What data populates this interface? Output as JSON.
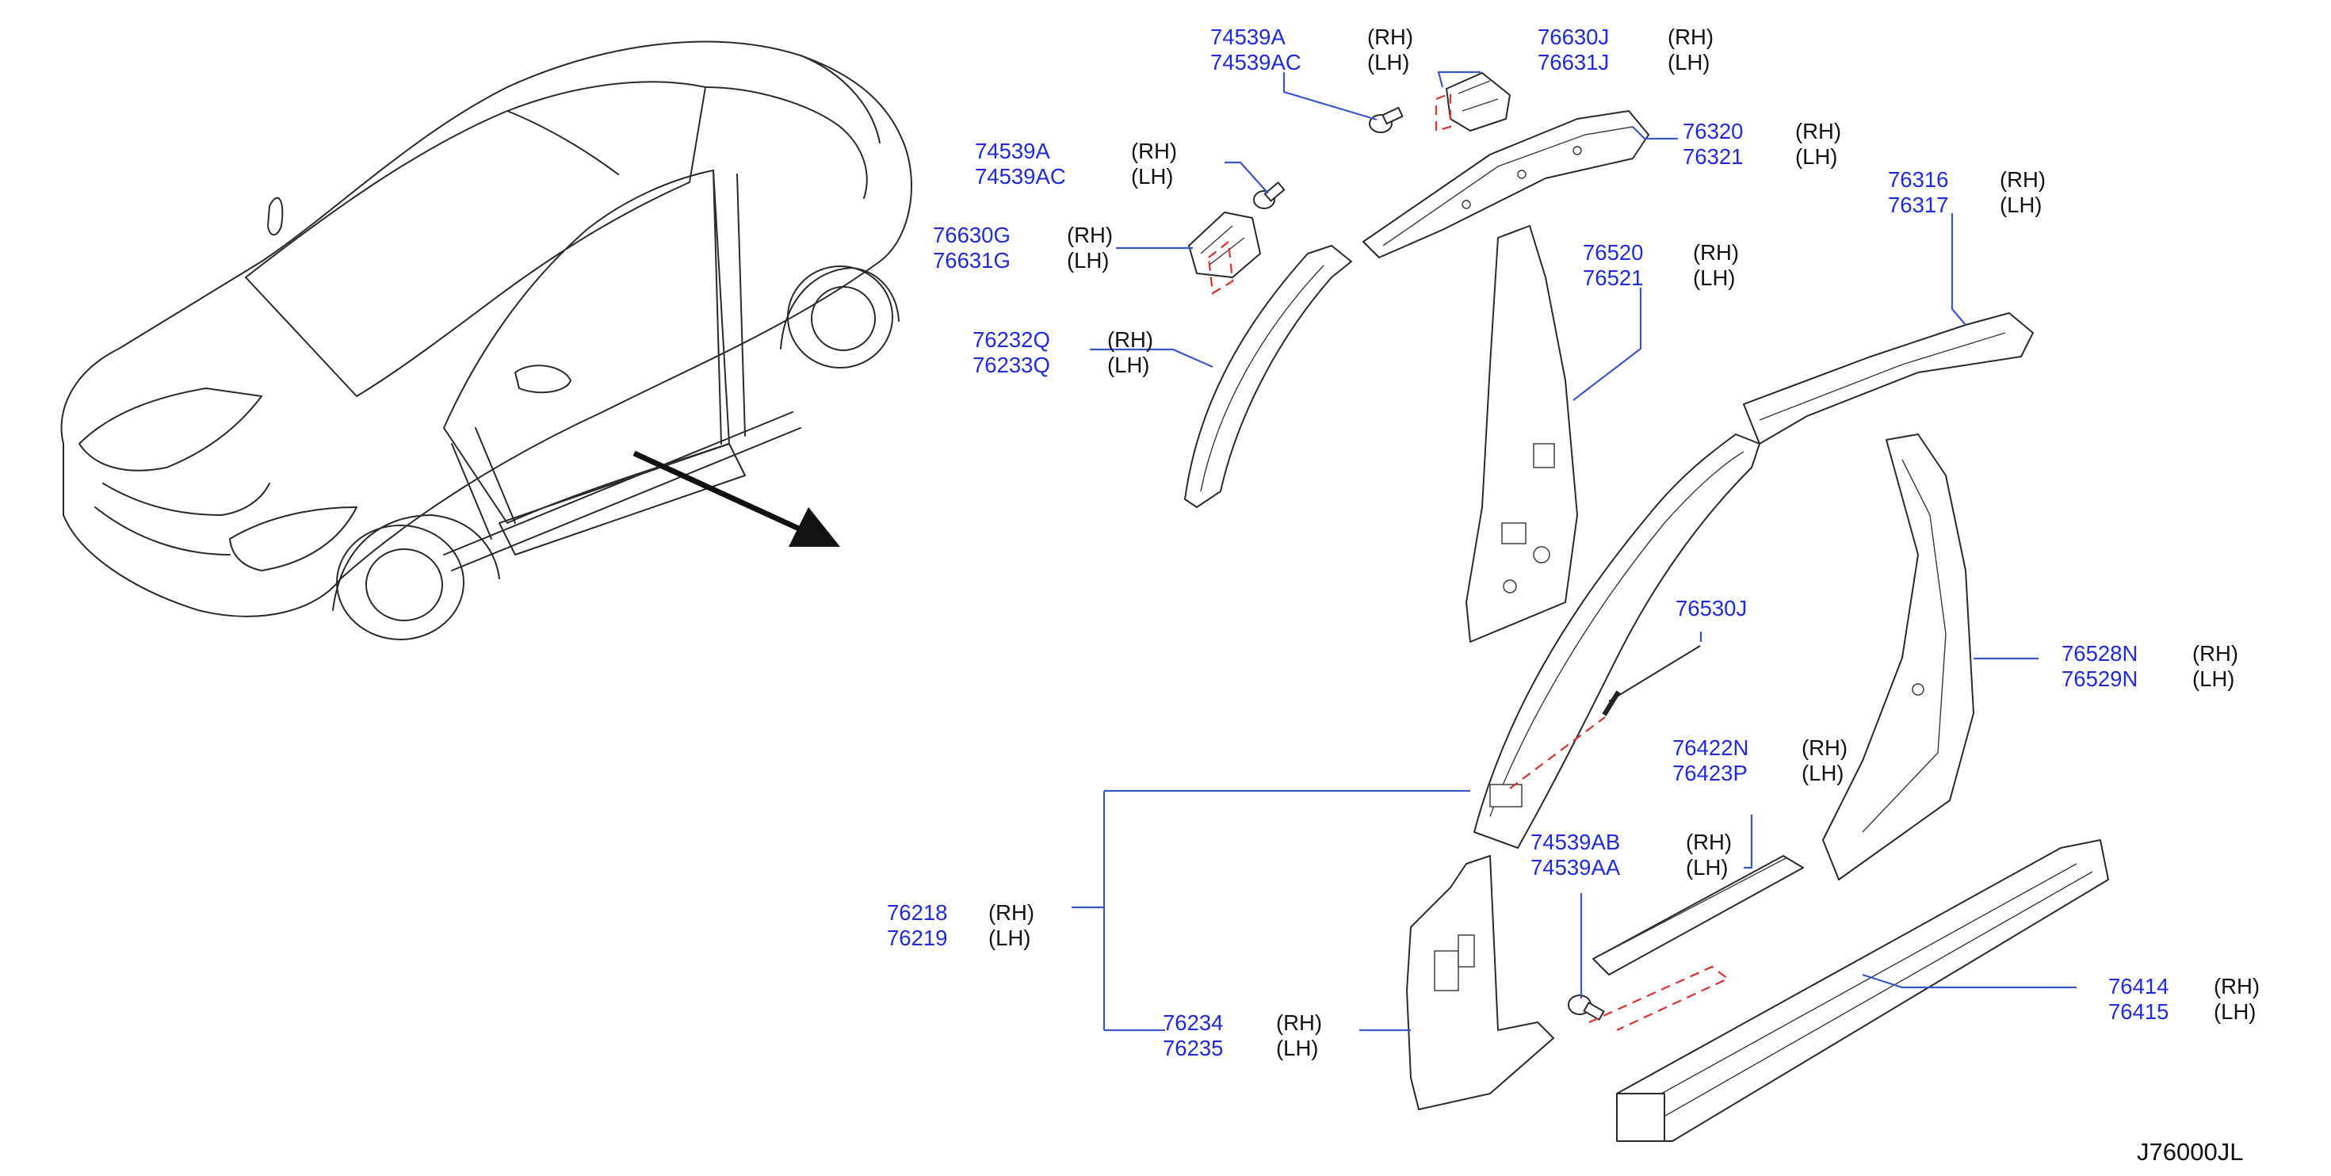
{
  "diagram_code": "J76000JL",
  "callouts": [
    {
      "id": "c1",
      "parts": [
        "74539A",
        "74539AC"
      ],
      "sides": [
        "(RH)",
        "(LH)"
      ]
    },
    {
      "id": "c2",
      "parts": [
        "76630J",
        "76631J"
      ],
      "sides": [
        "(RH)",
        "(LH)"
      ]
    },
    {
      "id": "c3",
      "parts": [
        "74539A",
        "74539AC"
      ],
      "sides": [
        "(RH)",
        "(LH)"
      ]
    },
    {
      "id": "c4",
      "parts": [
        "76320",
        "76321"
      ],
      "sides": [
        "(RH)",
        "(LH)"
      ]
    },
    {
      "id": "c5",
      "parts": [
        "76316",
        "76317"
      ],
      "sides": [
        "(RH)",
        "(LH)"
      ]
    },
    {
      "id": "c6",
      "parts": [
        "76630G",
        "76631G"
      ],
      "sides": [
        "(RH)",
        "(LH)"
      ]
    },
    {
      "id": "c7",
      "parts": [
        "76520",
        "76521"
      ],
      "sides": [
        "(RH)",
        "(LH)"
      ]
    },
    {
      "id": "c8",
      "parts": [
        "76232Q",
        "76233Q"
      ],
      "sides": [
        "(RH)",
        "(LH)"
      ]
    },
    {
      "id": "c9",
      "parts": [
        "76530J"
      ],
      "sides": []
    },
    {
      "id": "c10",
      "parts": [
        "76528N",
        "76529N"
      ],
      "sides": [
        "(RH)",
        "(LH)"
      ]
    },
    {
      "id": "c11",
      "parts": [
        "76422N",
        "76423P"
      ],
      "sides": [
        "(RH)",
        "(LH)"
      ]
    },
    {
      "id": "c12",
      "parts": [
        "74539AB",
        "74539AA"
      ],
      "sides": [
        "(RH)",
        "(LH)"
      ]
    },
    {
      "id": "c13",
      "parts": [
        "76218",
        "76219"
      ],
      "sides": [
        "(RH)",
        "(LH)"
      ]
    },
    {
      "id": "c14",
      "parts": [
        "76414",
        "76415"
      ],
      "sides": [
        "(RH)",
        "(LH)"
      ]
    },
    {
      "id": "c15",
      "parts": [
        "76234",
        "76235"
      ],
      "sides": [
        "(RH)",
        "(LH)"
      ]
    }
  ]
}
